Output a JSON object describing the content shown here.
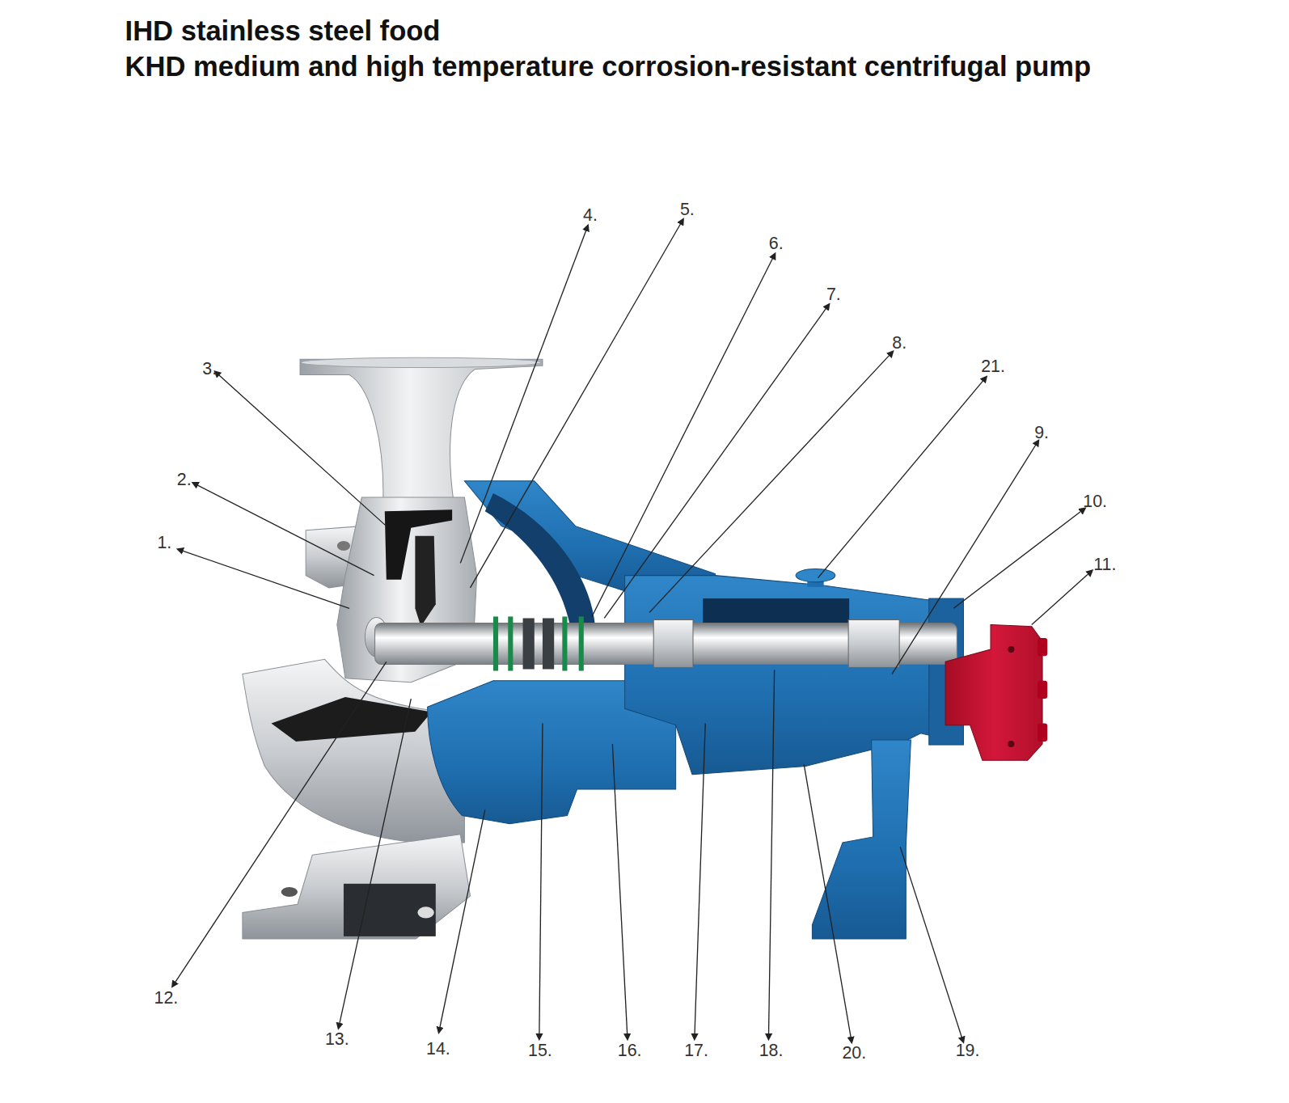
{
  "diagram": {
    "title": "IHD stainless steel food KHD medium and high temperature corrosion-resistant centrifugal pump",
    "labels": [
      "1.",
      "2.",
      "3.",
      "4.",
      "5.",
      "6.",
      "7.",
      "8.",
      "9.",
      "10.",
      "11.",
      "12.",
      "13.",
      "14.",
      "15.",
      "16.",
      "17.",
      "18.",
      "19.",
      "20.",
      "21."
    ]
  }
}
